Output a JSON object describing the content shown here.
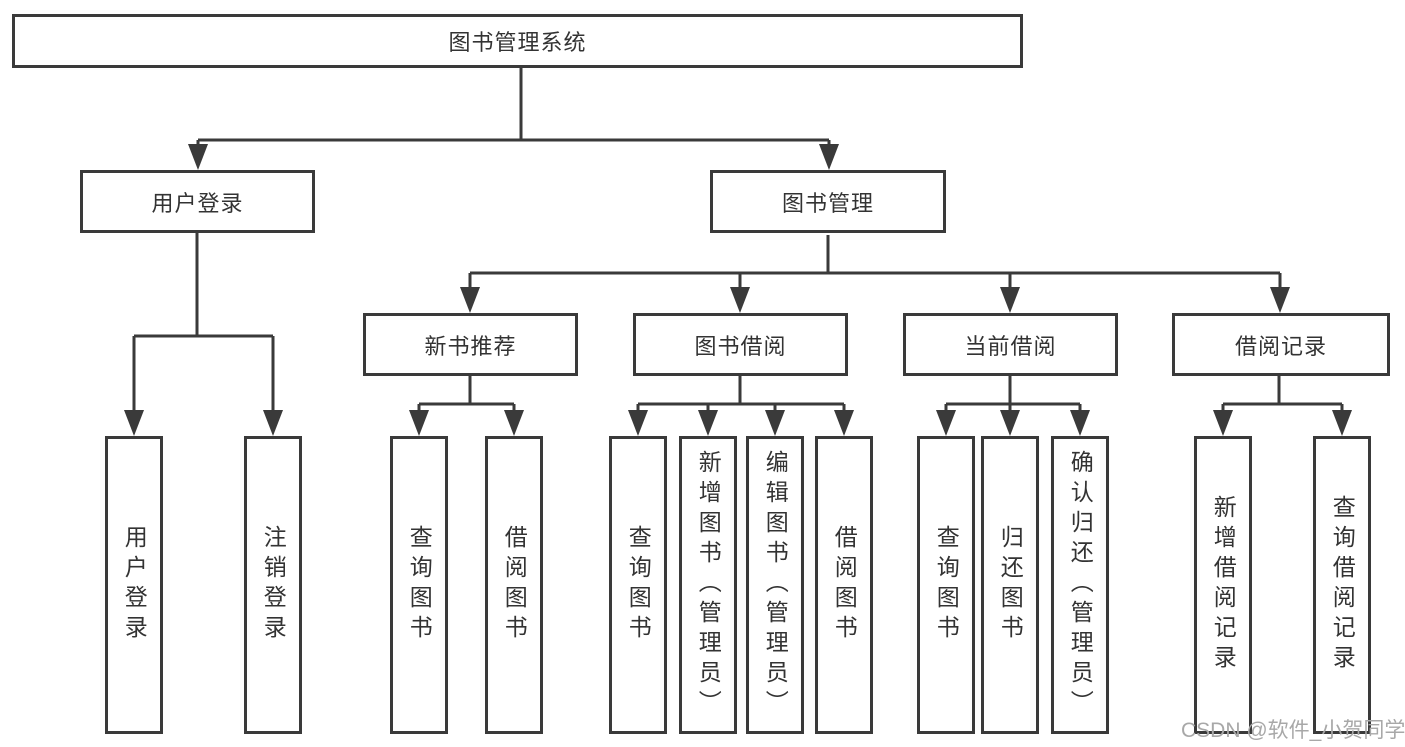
{
  "diagram": {
    "root": {
      "label": "图书管理系统"
    },
    "branches": [
      {
        "label": "用户登录",
        "children": [
          {
            "label": "用户登录"
          },
          {
            "label": "注销登录"
          }
        ]
      },
      {
        "label": "图书管理",
        "children": [
          {
            "label": "新书推荐",
            "children": [
              {
                "label": "查询图书"
              },
              {
                "label": "借阅图书"
              }
            ]
          },
          {
            "label": "图书借阅",
            "children": [
              {
                "label": "查询图书"
              },
              {
                "label": "新增图书（管理员）"
              },
              {
                "label": "编辑图书（管理员）"
              },
              {
                "label": "借阅图书"
              }
            ]
          },
          {
            "label": "当前借阅",
            "children": [
              {
                "label": "查询图书"
              },
              {
                "label": "归还图书"
              },
              {
                "label": "确认归还（管理员）"
              }
            ]
          },
          {
            "label": "借阅记录",
            "children": [
              {
                "label": "新增借阅记录"
              },
              {
                "label": "查询借阅记录"
              }
            ]
          }
        ]
      }
    ]
  },
  "watermark": {
    "text": "CSDN @软件_小贺同学"
  },
  "colors": {
    "line": "#3a3a3a",
    "box_border": "#3a3a3a",
    "box_background": "#ffffff",
    "text": "#333333",
    "watermark": "#a8a8a8",
    "page_background": "#ffffff"
  }
}
